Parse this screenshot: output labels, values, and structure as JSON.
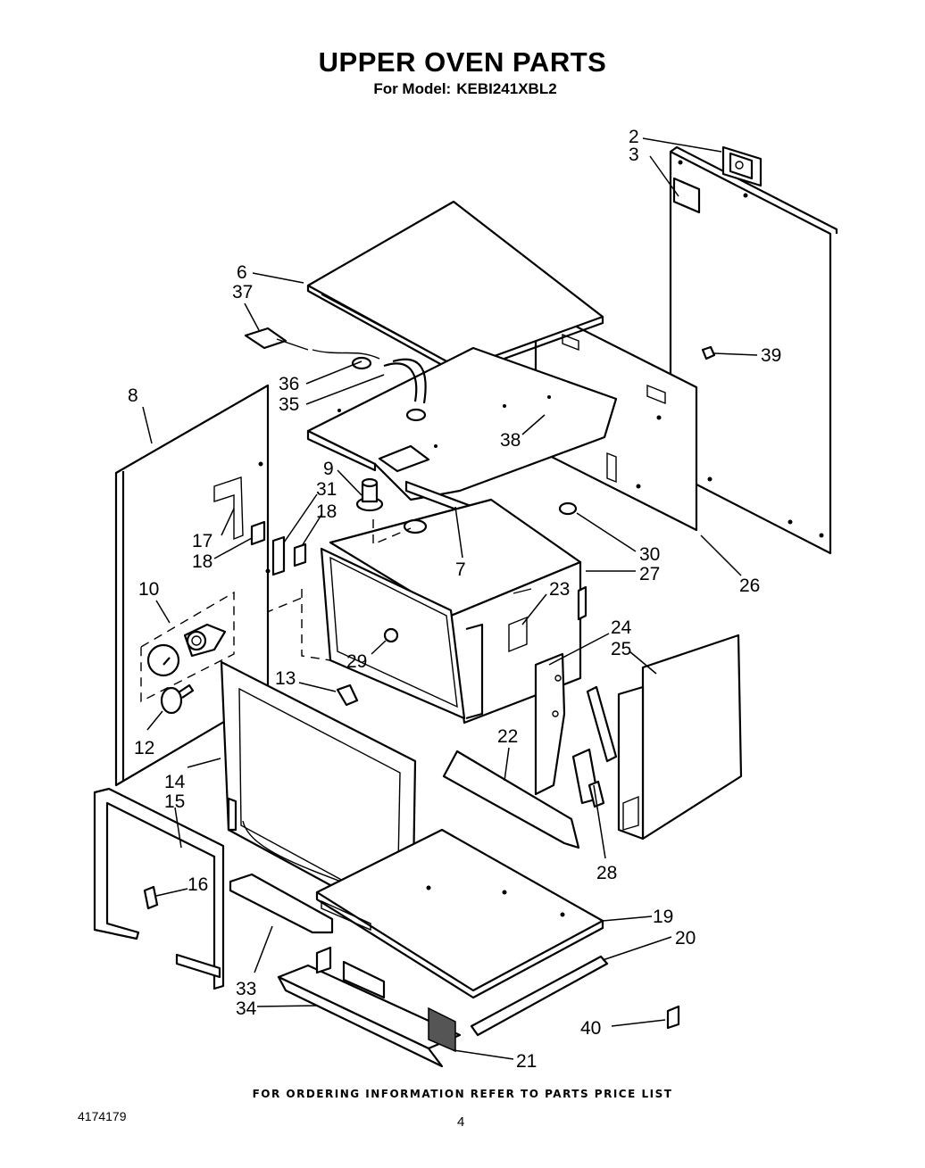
{
  "header": {
    "title": "UPPER OVEN PARTS",
    "model_prefix": "For Model:",
    "model": "KEBI241XBL2"
  },
  "footer": {
    "ordering_note": "FOR ORDERING INFORMATION REFER TO PARTS PRICE LIST",
    "doc_number": "4174179",
    "page_number": "4"
  },
  "callouts": {
    "c2": "2",
    "c3": "3",
    "c6": "6",
    "c37": "37",
    "c39": "39",
    "c8": "8",
    "c36": "36",
    "c35": "35",
    "c38": "38",
    "c9": "9",
    "c31": "31",
    "c18a": "18",
    "c17": "17",
    "c18b": "18",
    "c7": "7",
    "c30": "30",
    "c27": "27",
    "c26": "26",
    "c10": "10",
    "c23": "23",
    "c24": "24",
    "c25": "25",
    "c29": "29",
    "c13": "13",
    "c12": "12",
    "c22": "22",
    "c14": "14",
    "c15": "15",
    "c28": "28",
    "c16": "16",
    "c19": "19",
    "c20": "20",
    "c33": "33",
    "c34": "34",
    "c40": "40",
    "c21": "21"
  }
}
